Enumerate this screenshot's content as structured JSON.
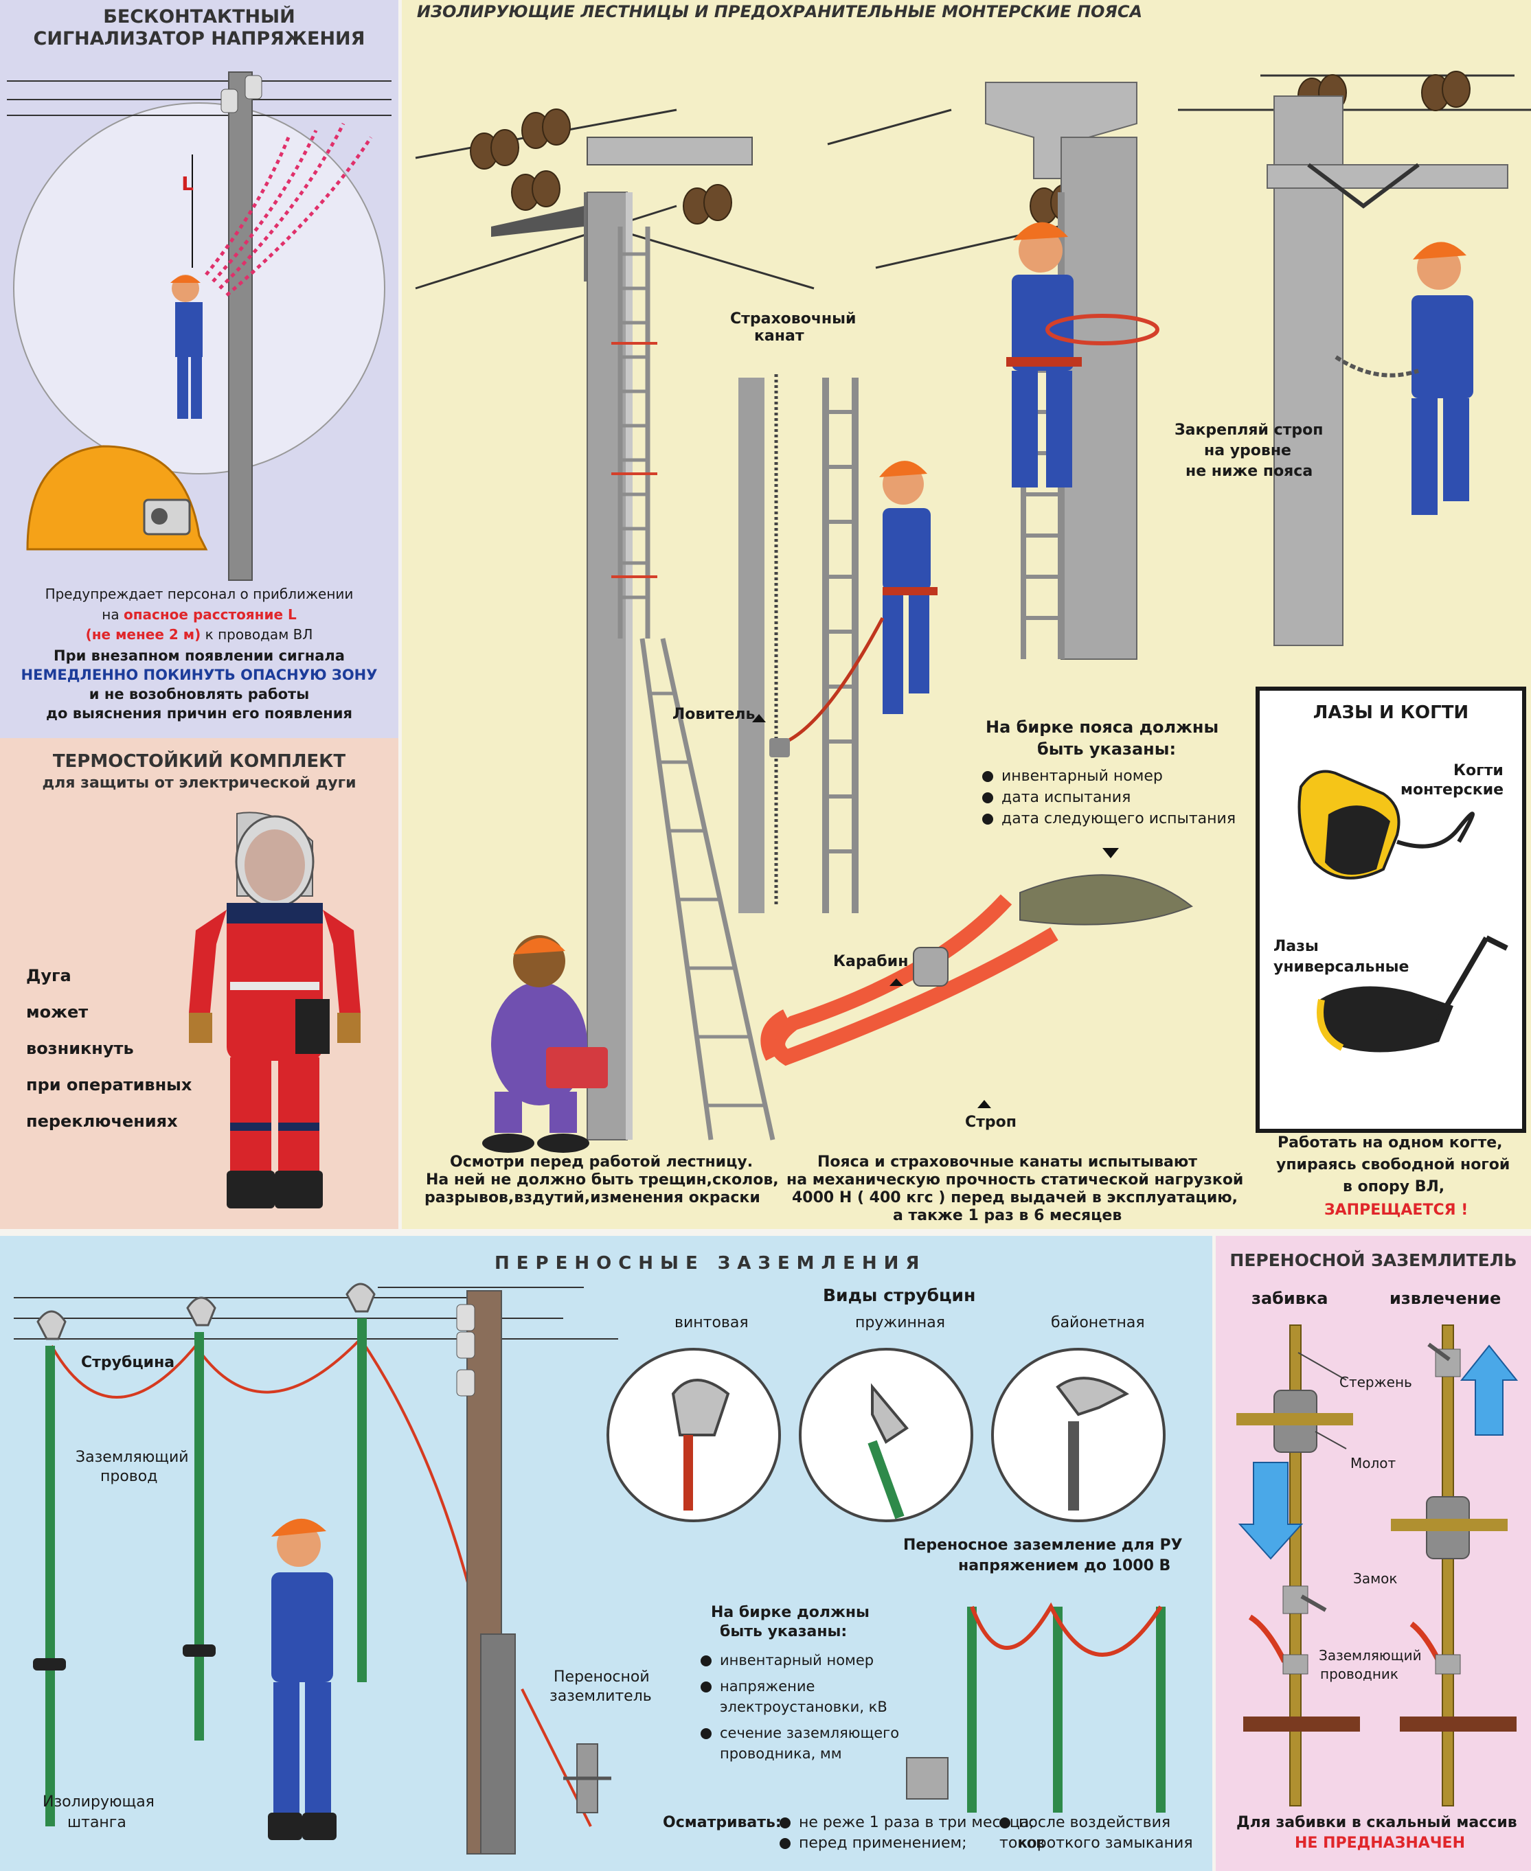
{
  "sensor": {
    "title_line1": "БЕСКОНТАКТНЫЙ",
    "title_line2": "СИГНАЛИЗАТОР НАПРЯЖЕНИЯ",
    "l_label": "L",
    "text1": "Предупреждает персонал о приближении",
    "text2_pre": "на ",
    "text2_red": "опасное расстояние L",
    "text3_red": "(не менее 2 м)",
    "text3_post": " к проводам ВЛ",
    "text4": "При внезапном появлении сигнала",
    "text5_blue": "НЕМЕДЛЕННО ПОКИНУТЬ ОПАСНУЮ ЗОНУ",
    "text6": "и не возобновлять работы",
    "text7": "до выяснения причин его появления"
  },
  "suit": {
    "title": "ТЕРМОСТОЙКИЙ КОМПЛЕКТ",
    "subtitle": "для защиты от электрической дуги",
    "lines": [
      "Дуга",
      "может",
      "возникнуть",
      "при оперативных",
      "переключениях"
    ]
  },
  "ladders": {
    "title": "ИЗОЛИРУЮЩИЕ ЛЕСТНИЦЫ И ПРЕДОХРАНИТЕЛЬНЫЕ МОНТЕРСКИЕ ПОЯСА",
    "rope_label_line1": "Страховочный",
    "rope_label_line2": "канат",
    "catcher_label": "Ловитель",
    "strop_fix_line1": "Закрепляй строп",
    "strop_fix_line2": "на уровне",
    "strop_fix_line3": "не ниже пояса",
    "tag_title_line1": "На бирке пояса должны",
    "tag_title_line2": "быть указаны:",
    "tag_items": [
      "инвентарный номер",
      "дата испытания",
      "дата следующего испытания"
    ],
    "carabiner_label": "Карабин",
    "strop_label": "Строп",
    "ladder_check_line1": "Осмотри перед работой лестницу.",
    "ladder_check_line2": "На ней не должно быть трещин,сколов,",
    "ladder_check_line3": "разрывов,вздутий,изменения окраски",
    "belt_test_line1": "Пояса и страховочные канаты испытывают",
    "belt_test_line2": "на механическую прочность статической нагрузкой",
    "belt_test_line3": "4000 Н ( 400 кгс ) перед выдачей в эксплуатацию,",
    "belt_test_line4": "а также 1 раз в 6 месяцев"
  },
  "claws": {
    "title": "ЛАЗЫ И КОГТИ",
    "claws_label_line1": "Когти",
    "claws_label_line2": "монтерские",
    "lazy_label_line1": "Лазы",
    "lazy_label_line2": "универсальные",
    "warn_line1": "Работать на одном когте,",
    "warn_line2": "упираясь свободной ногой",
    "warn_line3": "в опору ВЛ,",
    "warn_red": "ЗАПРЕЩАЕТСЯ !"
  },
  "grounding": {
    "title": "ПЕРЕНОСНЫЕ ЗАЗЕМЛЕНИЯ",
    "clamp_label": "Струбцина",
    "wire_label_line1": "Заземляющий",
    "wire_label_line2": "провод",
    "rod_label_line1": "Изолирующая",
    "rod_label_line2": "штанга",
    "grounder_label_line1": "Переносной",
    "grounder_label_line2": "заземлитель",
    "types_title": "Виды струбцин",
    "types": [
      "винтовая",
      "пружинная",
      "байонетная"
    ],
    "ru_title_line1": "Переносное заземление для РУ",
    "ru_title_line2": "напряжением до 1000 В",
    "tag_title_line1": "На бирке должны",
    "tag_title_line2": "быть указаны:",
    "tag_item1": "инвентарный номер",
    "tag_item2_line1": "напряжение",
    "tag_item2_line2": "электроустановки, кВ",
    "tag_item3_line1": "сечение заземляющего",
    "tag_item3_line2": "проводника, мм",
    "inspect_label": "Осматривать:",
    "inspect_items": [
      "не реже 1 раза в три месяца;",
      "перед применением;",
      "после воздействия токов",
      "короткого замыкания"
    ]
  },
  "ground_rod": {
    "title": "ПЕРЕНОСНОЙ ЗАЗЕМЛИТЕЛЬ",
    "col1": "забивка",
    "col2": "извлечение",
    "rod_label": "Стержень",
    "hammer_label": "Молот",
    "lock_label": "Замок",
    "conductor_line1": "Заземляющий",
    "conductor_line2": "проводник",
    "note_line1": "Для забивки в скальный массив",
    "note_red": "НЕ ПРЕДНАЗНАЧЕН"
  }
}
